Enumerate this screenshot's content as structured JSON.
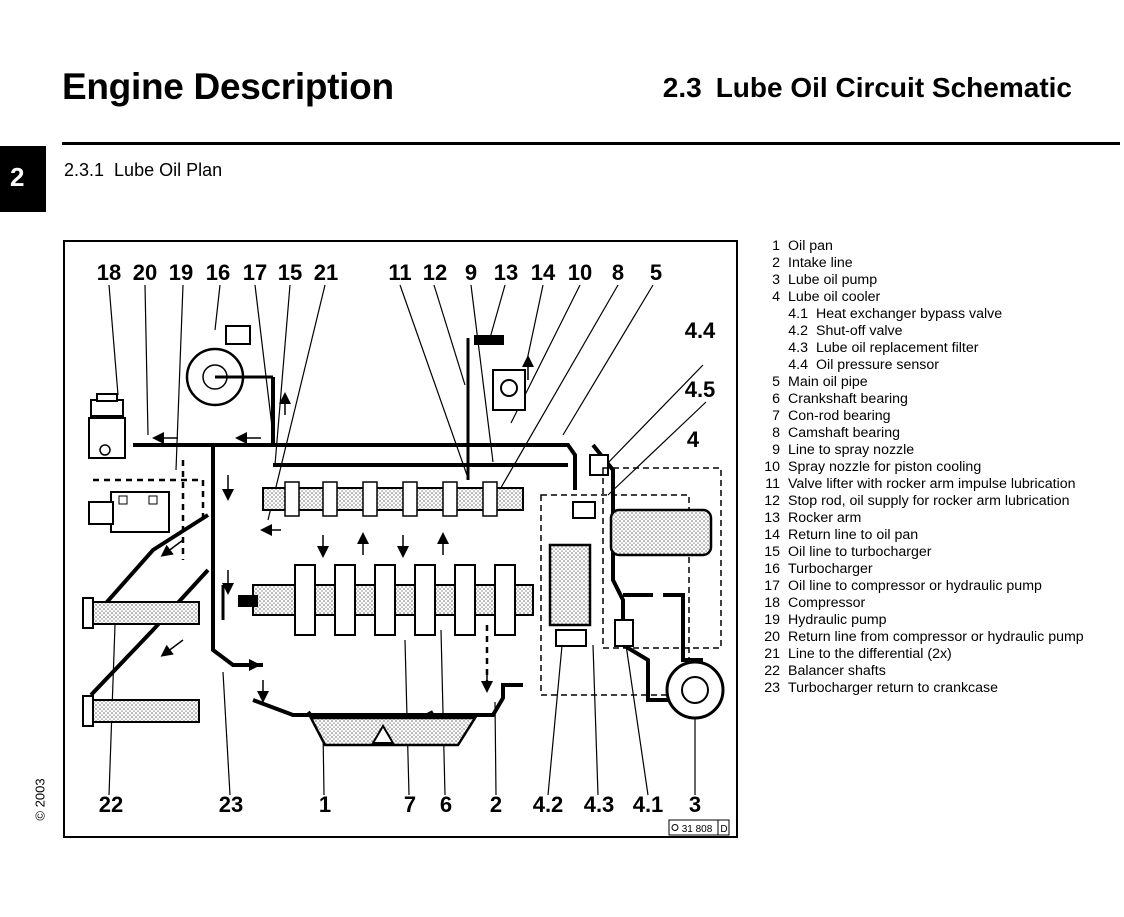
{
  "header": {
    "doc_title": "Engine Description",
    "section_number": "2.3",
    "section_title": "Lube Oil Circuit Schematic",
    "chapter_tab": "2",
    "subsection_number": "2.3.1",
    "subsection_title": "Lube Oil Plan"
  },
  "copyright": "© 2003",
  "diagram": {
    "labels_top": [
      "18",
      "20",
      "19",
      "16",
      "17",
      "15",
      "21",
      "11",
      "12",
      "9",
      "13",
      "14",
      "10",
      "8",
      "5"
    ],
    "labels_right": [
      "4.4",
      "4.5",
      "4"
    ],
    "labels_bottom": [
      "22",
      "23",
      "1",
      "7",
      "6",
      "2",
      "4.2",
      "4.3",
      "4.1",
      "3"
    ],
    "figure_id": "31 808",
    "figure_suffix": "D"
  },
  "legend": [
    {
      "num": "1",
      "text": "Oil pan",
      "sub": false
    },
    {
      "num": "2",
      "text": "Intake line",
      "sub": false
    },
    {
      "num": "3",
      "text": "Lube oil pump",
      "sub": false
    },
    {
      "num": "4",
      "text": "Lube oil cooler",
      "sub": false
    },
    {
      "num": "4.1",
      "text": "Heat exchanger bypass valve",
      "sub": true
    },
    {
      "num": "4.2",
      "text": "Shut-off valve",
      "sub": true
    },
    {
      "num": "4.3",
      "text": "Lube oil replacement filter",
      "sub": true
    },
    {
      "num": "4.4",
      "text": "Oil pressure sensor",
      "sub": true
    },
    {
      "num": "5",
      "text": "Main oil pipe",
      "sub": false
    },
    {
      "num": "6",
      "text": "Crankshaft bearing",
      "sub": false
    },
    {
      "num": "7",
      "text": "Con-rod bearing",
      "sub": false
    },
    {
      "num": "8",
      "text": "Camshaft bearing",
      "sub": false
    },
    {
      "num": "9",
      "text": "Line to spray nozzle",
      "sub": false
    },
    {
      "num": "10",
      "text": "Spray nozzle for piston cooling",
      "sub": false
    },
    {
      "num": "11",
      "text": "Valve lifter with rocker arm impulse lubrication",
      "sub": false
    },
    {
      "num": "12",
      "text": "Stop rod, oil supply for rocker arm lubrication",
      "sub": false
    },
    {
      "num": "13",
      "text": "Rocker arm",
      "sub": false
    },
    {
      "num": "14",
      "text": "Return line to oil pan",
      "sub": false
    },
    {
      "num": "15",
      "text": "Oil line to turbocharger",
      "sub": false
    },
    {
      "num": "16",
      "text": "Turbocharger",
      "sub": false
    },
    {
      "num": "17",
      "text": "Oil line to compressor or hydraulic pump",
      "sub": false
    },
    {
      "num": "18",
      "text": "Compressor",
      "sub": false
    },
    {
      "num": "19",
      "text": "Hydraulic pump",
      "sub": false
    },
    {
      "num": "20",
      "text": "Return line from compressor or hydraulic pump",
      "sub": false
    },
    {
      "num": "21",
      "text": "Line to the differential (2x)",
      "sub": false
    },
    {
      "num": "22",
      "text": "Balancer shafts",
      "sub": false
    },
    {
      "num": "23",
      "text": "Turbocharger return to crankcase",
      "sub": false
    }
  ]
}
